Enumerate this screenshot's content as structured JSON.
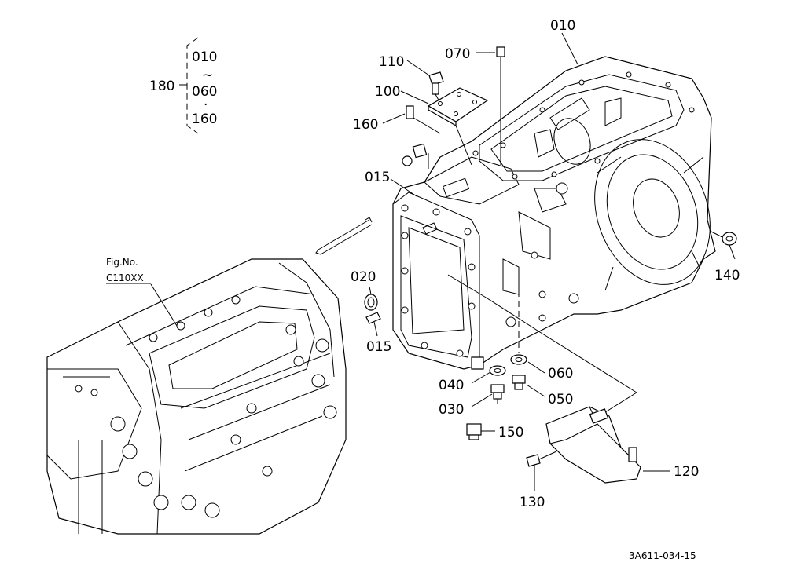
{
  "callouts": {
    "c010": "010",
    "c070": "070",
    "c110": "110",
    "c100": "100",
    "c160": "160",
    "c015a": "015",
    "c015b": "015",
    "c020": "020",
    "c140": "140",
    "c060": "060",
    "c050": "050",
    "c040": "040",
    "c030": "030",
    "c150": "150",
    "c120": "120",
    "c130": "130",
    "c180": "180"
  },
  "bracket": {
    "top": "010",
    "tilde": "~",
    "middle": "060",
    "dot": "·",
    "bottom": "160"
  },
  "fig_ref": {
    "label": "Fig.No.",
    "number": "C110XX"
  },
  "diagram_code": "3A611-034-15"
}
